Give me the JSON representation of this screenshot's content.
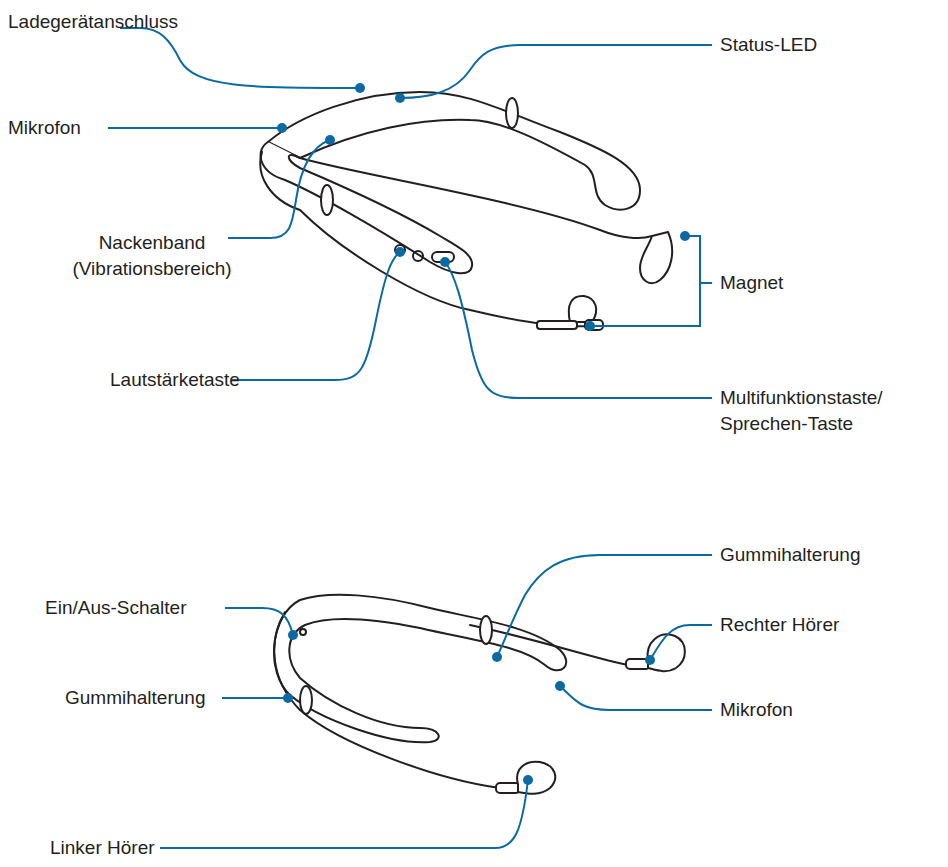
{
  "diagram": {
    "labels": [
      "Ladegerätanschluss",
      "Status-LED",
      "Mikrofon",
      "Nackenband (Vibrationsbereich)",
      "Magnet",
      "Lautstärketaste",
      "Multifunktionstaste/ Sprechen-Taste",
      "Gummihalterung",
      "Ein/Aus-Schalter",
      "Rechter Hörer",
      "Gummihalterung",
      "Mikrofon",
      "Linker Hörer"
    ]
  }
}
